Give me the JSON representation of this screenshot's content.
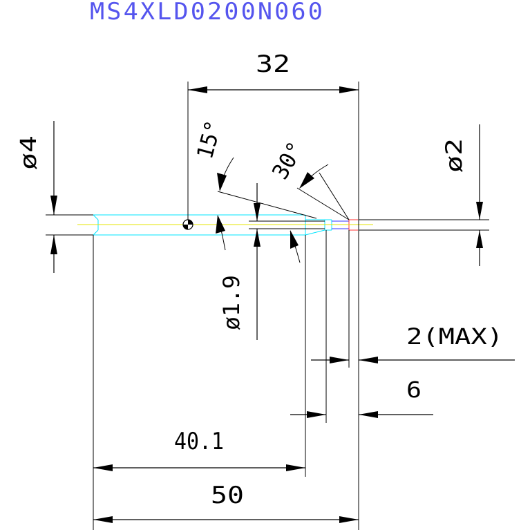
{
  "title": {
    "text": "MS4XLD0200N060",
    "color": "#5555ee"
  },
  "dimensions": {
    "shank_to_tip_length": "32",
    "shank_diameter": "ø4",
    "neck_diameter": "ø1.9",
    "tip_diameter": "ø2",
    "angle_small": "15°",
    "angle_large": "30°",
    "tip_length_max": "2(MAX)",
    "effective_length": "6",
    "body_length": "40.1",
    "overall_length": "50"
  },
  "colors": {
    "outline": "#00e5ff",
    "centerline": "#e6e600",
    "tip_red": "#ff3333",
    "tip_blue": "#3333ff",
    "dimension": "#000000"
  }
}
